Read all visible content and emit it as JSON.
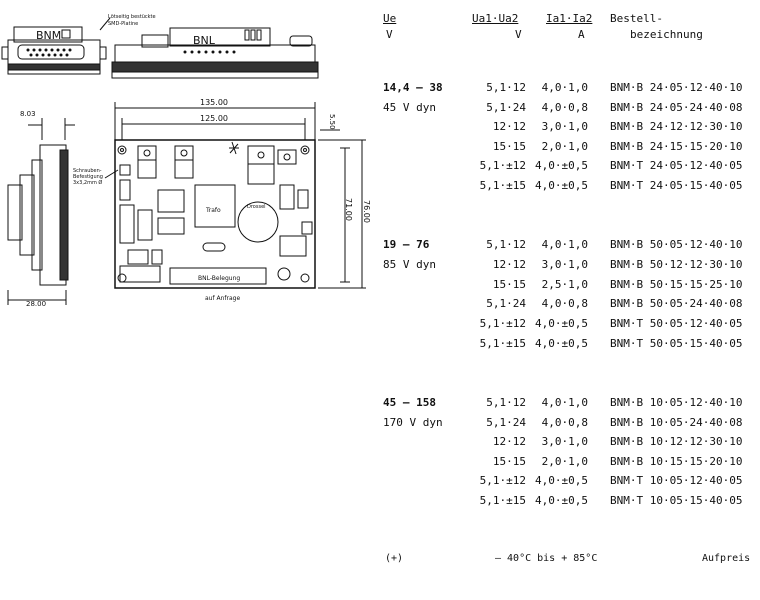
{
  "drawing": {
    "top_connector_left": "BNM",
    "top_connector_right": "BNL",
    "top_note": [
      "Lötseitig bestückte",
      "SMD-Platine"
    ],
    "dim_top_outer": "135.00",
    "dim_top_inner": "125.00",
    "dim_left_small": "8.03",
    "dim_right_small": "5.50",
    "dim_height_inner": "71.00",
    "dim_height_outer": "76.00",
    "dim_bottom_left": "28.00",
    "screw_note": [
      "Schrauben-",
      "Befestigung",
      "3x3,2mm Ø"
    ],
    "trafo_label": "Trafo",
    "drossel_label": "Drossel",
    "bnl_belegung": "BNL-Belegung",
    "auf_anfrage": "auf Anfrage"
  },
  "table": {
    "headers": {
      "ue": "Ue",
      "ue_unit": "V",
      "ua": "Ua1·Ua2",
      "ua_unit": "V",
      "ia": "Ia1·Ia2",
      "ia_unit": "A",
      "best1": "Bestell-",
      "best2": "bezeichnung"
    },
    "groups": [
      {
        "ue": "14,4 – 38",
        "ue_dyn": "45 V dyn",
        "rows": [
          {
            "ua": "5,1·12",
            "ia": "4,0·1,0",
            "code": "BNM·B 24·05·12·40·10"
          },
          {
            "ua": "5,1·24",
            "ia": "4,0·0,8",
            "code": "BNM·B 24·05·24·40·08"
          },
          {
            "ua": "12·12",
            "ia": "3,0·1,0",
            "code": "BNM·B 24·12·12·30·10"
          },
          {
            "ua": "15·15",
            "ia": "2,0·1,0",
            "code": "BNM·B 24·15·15·20·10"
          },
          {
            "ua": "5,1·±12",
            "ia": "4,0·±0,5",
            "code": "BNM·T 24·05·12·40·05"
          },
          {
            "ua": "5,1·±15",
            "ia": "4,0·±0,5",
            "code": "BNM·T 24·05·15·40·05"
          }
        ]
      },
      {
        "ue": "19 – 76",
        "ue_dyn": "85 V dyn",
        "rows": [
          {
            "ua": "5,1·12",
            "ia": "4,0·1,0",
            "code": "BNM·B 50·05·12·40·10"
          },
          {
            "ua": "12·12",
            "ia": "3,0·1,0",
            "code": "BNM·B 50·12·12·30·10"
          },
          {
            "ua": "15·15",
            "ia": "2,5·1,0",
            "code": "BNM·B 50·15·15·25·10"
          },
          {
            "ua": "5,1·24",
            "ia": "4,0·0,8",
            "code": "BNM·B 50·05·24·40·08"
          },
          {
            "ua": "5,1·±12",
            "ia": "4,0·±0,5",
            "code": "BNM·T 50·05·12·40·05"
          },
          {
            "ua": "5,1·±15",
            "ia": "4,0·±0,5",
            "code": "BNM·T 50·05·15·40·05"
          }
        ]
      },
      {
        "ue": "45 – 158",
        "ue_dyn": "170 V dyn",
        "rows": [
          {
            "ua": "5,1·12",
            "ia": "4,0·1,0",
            "code": "BNM·B 10·05·12·40·10"
          },
          {
            "ua": "5,1·24",
            "ia": "4,0·0,8",
            "code": "BNM·B 10·05·24·40·08"
          },
          {
            "ua": "12·12",
            "ia": "3,0·1,0",
            "code": "BNM·B 10·12·12·30·10"
          },
          {
            "ua": "15·15",
            "ia": "2,0·1,0",
            "code": "BNM·B 10·15·15·20·10"
          },
          {
            "ua": "5,1·±12",
            "ia": "4,0·±0,5",
            "code": "BNM·T 10·05·12·40·05"
          },
          {
            "ua": "5,1·±15",
            "ia": "4,0·±0,5",
            "code": "BNM·T 10·05·15·40·05"
          }
        ]
      }
    ]
  },
  "footer": {
    "mark": "(+)",
    "temp": "– 40°C bis + 85°C",
    "aufpreis": "Aufpreis"
  }
}
